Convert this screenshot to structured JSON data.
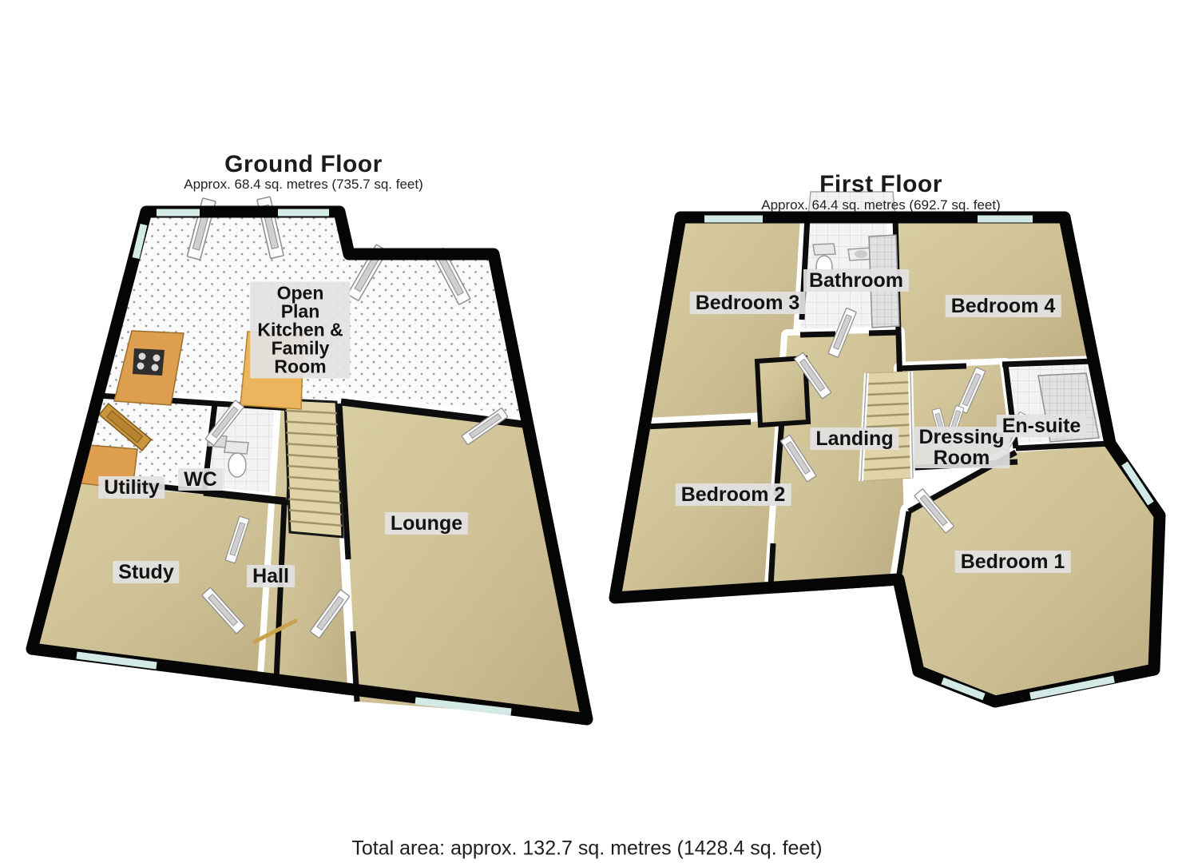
{
  "page": {
    "background_color": "#ffffff"
  },
  "floors": [
    {
      "id": "ground-floor",
      "title": "Ground Floor",
      "subtitle": "Approx. 68.4 sq. metres (735.7 sq. feet)",
      "rooms": [
        {
          "id": "open-plan-kitchen-family-room",
          "name": "Open Plan Kitchen & Family Room",
          "lines": [
            "Open",
            "Plan",
            "Kitchen &",
            "Family",
            "Room"
          ]
        },
        {
          "id": "utility",
          "name": "Utility"
        },
        {
          "id": "wc",
          "name": "WC"
        },
        {
          "id": "study",
          "name": "Study"
        },
        {
          "id": "hall",
          "name": "Hall"
        },
        {
          "id": "lounge",
          "name": "Lounge"
        }
      ]
    },
    {
      "id": "first-floor",
      "title": "First Floor",
      "subtitle": "Approx. 64.4 sq. metres (692.7 sq. feet)",
      "rooms": [
        {
          "id": "bedroom-3",
          "name": "Bedroom 3"
        },
        {
          "id": "bathroom",
          "name": "Bathroom"
        },
        {
          "id": "bedroom-4",
          "name": "Bedroom 4"
        },
        {
          "id": "bedroom-2",
          "name": "Bedroom 2"
        },
        {
          "id": "landing",
          "name": "Landing"
        },
        {
          "id": "dressing-room",
          "name": "Dressing Room",
          "lines": [
            "Dressing",
            "Room"
          ]
        },
        {
          "id": "en-suite",
          "name": "En-suite"
        },
        {
          "id": "bedroom-1",
          "name": "Bedroom 1"
        }
      ]
    }
  ],
  "footer": {
    "total_area": "Total area: approx. 132.7 sq. metres (1428.4 sq. feet)"
  },
  "colors": {
    "wall": "#0d0d0d",
    "wall_face": "#ffffff",
    "carpet": "#cdc094",
    "kitchen_floor": "#fafafa",
    "cabinet_wood": "#dd9f4f",
    "island_wood": "#ecb45c",
    "stairs": "#e0d4a8",
    "window_glass": "#d2e9e5",
    "label_background": "#e2e2e2",
    "text": "#1b1b1b"
  }
}
